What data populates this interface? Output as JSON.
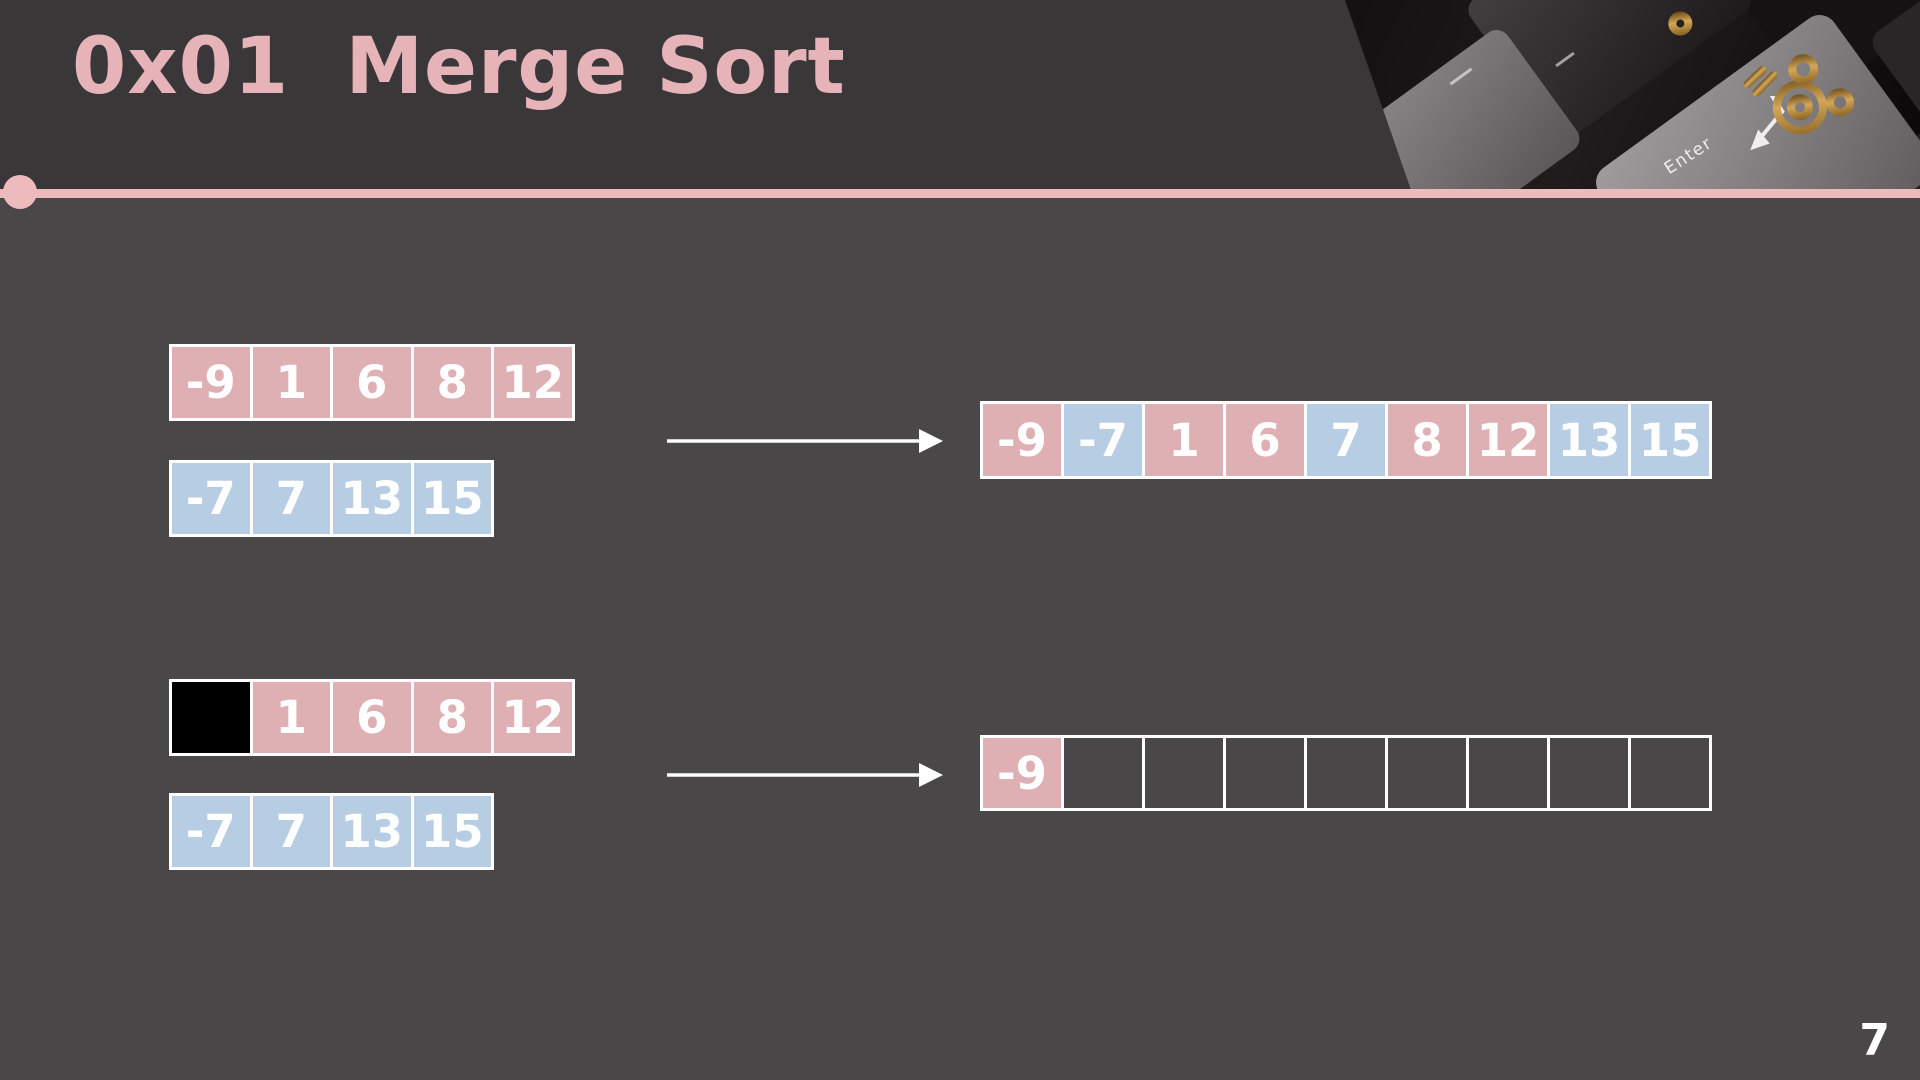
{
  "slide": {
    "title": "0x01  Merge Sort",
    "page_number": "7"
  },
  "colors": {
    "background": "#4a4748",
    "header_background": "#3a3738",
    "title": "#e6b4b8",
    "accent_line": "#eebbbd",
    "cell_border": "#ffffff",
    "cell_text": "#ffffff",
    "pink": "#dfb0b3",
    "blue": "#b7cde4",
    "black": "#000000",
    "empty": "transparent",
    "key_gold": "#b98a3e"
  },
  "decor": {
    "enter_label": "Enter",
    "keyboard_photo": "keyboard with ornate golden key resting on Enter key"
  },
  "diagram": {
    "step1": {
      "input_top": [
        {
          "t": "-9",
          "c": "pink"
        },
        {
          "t": "1",
          "c": "pink"
        },
        {
          "t": "6",
          "c": "pink"
        },
        {
          "t": "8",
          "c": "pink"
        },
        {
          "t": "12",
          "c": "pink"
        }
      ],
      "input_bottom": [
        {
          "t": "-7",
          "c": "blue"
        },
        {
          "t": "7",
          "c": "blue"
        },
        {
          "t": "13",
          "c": "blue"
        },
        {
          "t": "15",
          "c": "blue"
        }
      ],
      "result": [
        {
          "t": "-9",
          "c": "pink"
        },
        {
          "t": "-7",
          "c": "blue"
        },
        {
          "t": "1",
          "c": "pink"
        },
        {
          "t": "6",
          "c": "pink"
        },
        {
          "t": "7",
          "c": "blue"
        },
        {
          "t": "8",
          "c": "pink"
        },
        {
          "t": "12",
          "c": "pink"
        },
        {
          "t": "13",
          "c": "blue"
        },
        {
          "t": "15",
          "c": "blue"
        }
      ]
    },
    "step2": {
      "input_top": [
        {
          "t": "",
          "c": "black"
        },
        {
          "t": "1",
          "c": "pink"
        },
        {
          "t": "6",
          "c": "pink"
        },
        {
          "t": "8",
          "c": "pink"
        },
        {
          "t": "12",
          "c": "pink"
        }
      ],
      "input_bottom": [
        {
          "t": "-7",
          "c": "blue"
        },
        {
          "t": "7",
          "c": "blue"
        },
        {
          "t": "13",
          "c": "blue"
        },
        {
          "t": "15",
          "c": "blue"
        }
      ],
      "result": [
        {
          "t": "-9",
          "c": "pink"
        },
        {
          "t": "",
          "c": "empty"
        },
        {
          "t": "",
          "c": "empty"
        },
        {
          "t": "",
          "c": "empty"
        },
        {
          "t": "",
          "c": "empty"
        },
        {
          "t": "",
          "c": "empty"
        },
        {
          "t": "",
          "c": "empty"
        },
        {
          "t": "",
          "c": "empty"
        },
        {
          "t": "",
          "c": "empty"
        }
      ]
    }
  }
}
